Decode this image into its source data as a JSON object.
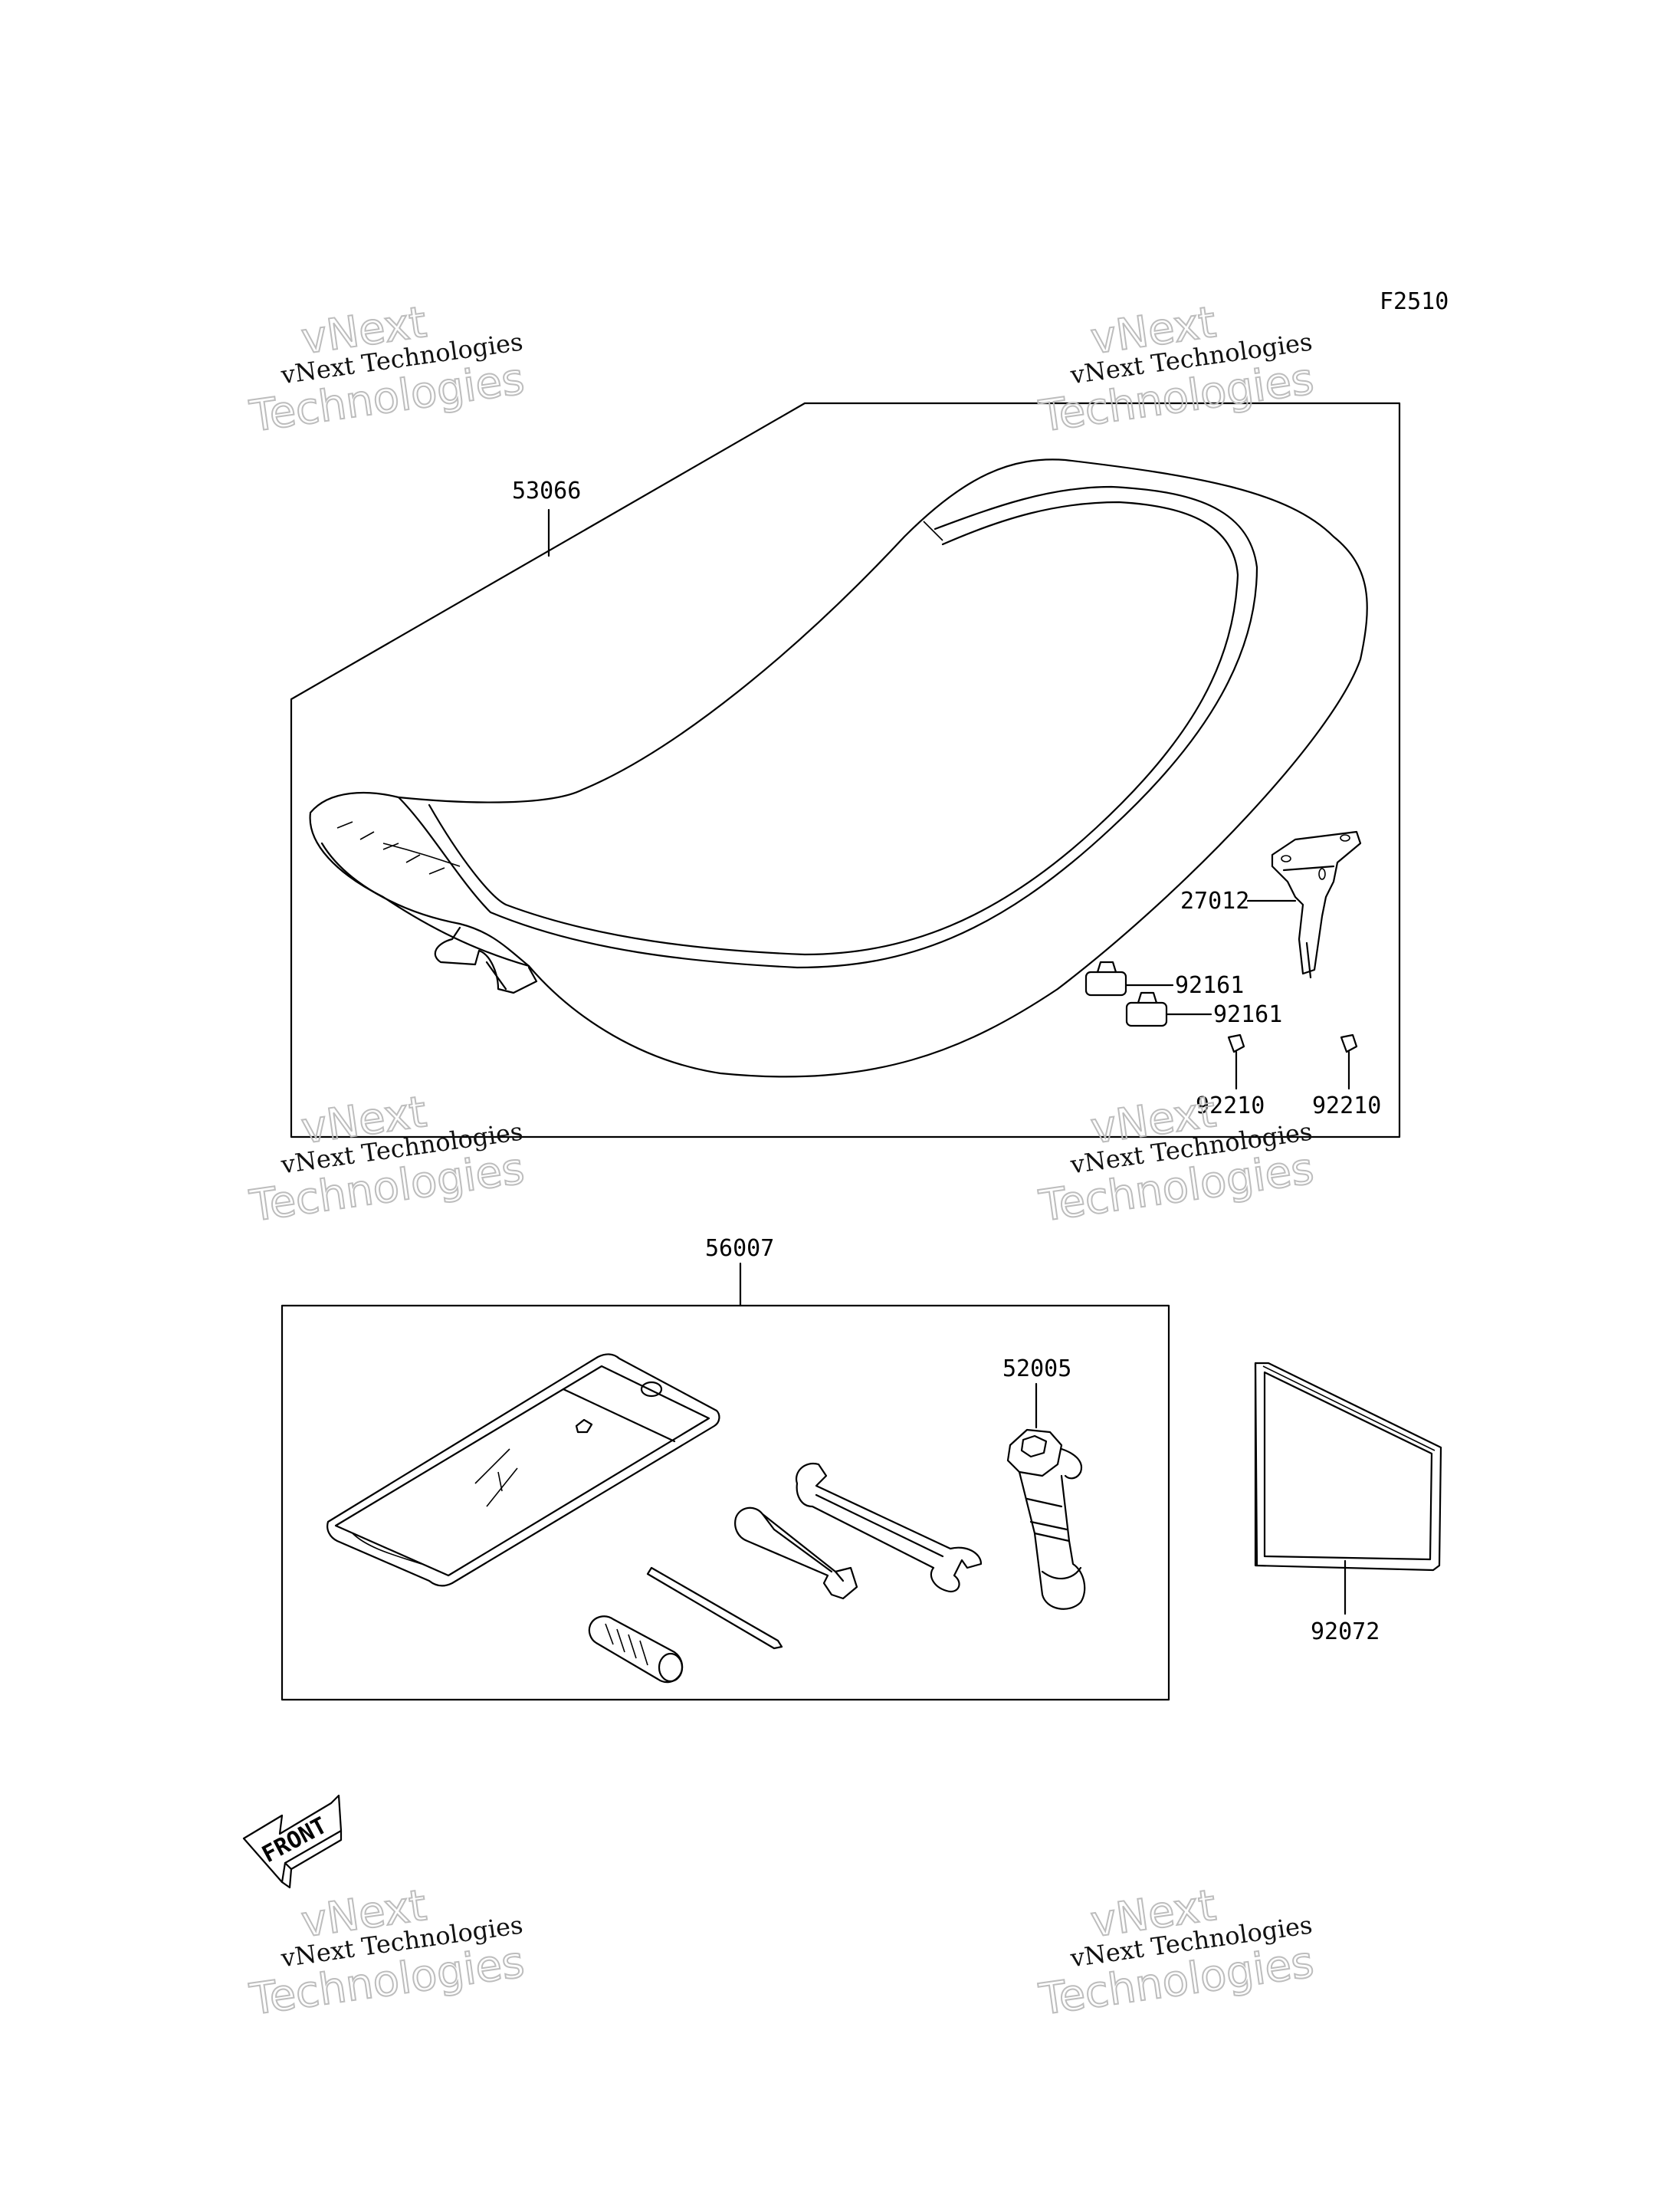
{
  "figure_code": "F2510",
  "watermark": {
    "line1": "vNext Technologies",
    "line2": "vNext",
    "line3": "Technologies"
  },
  "front_label": "FRONT",
  "parts": {
    "seat": "53066",
    "bracket": "27012",
    "cap_a": "92161",
    "cap_b": "92161",
    "clip_a": "92210",
    "clip_b": "92210",
    "tool_kit": "56007",
    "stud": "52005",
    "manual": "92072"
  }
}
